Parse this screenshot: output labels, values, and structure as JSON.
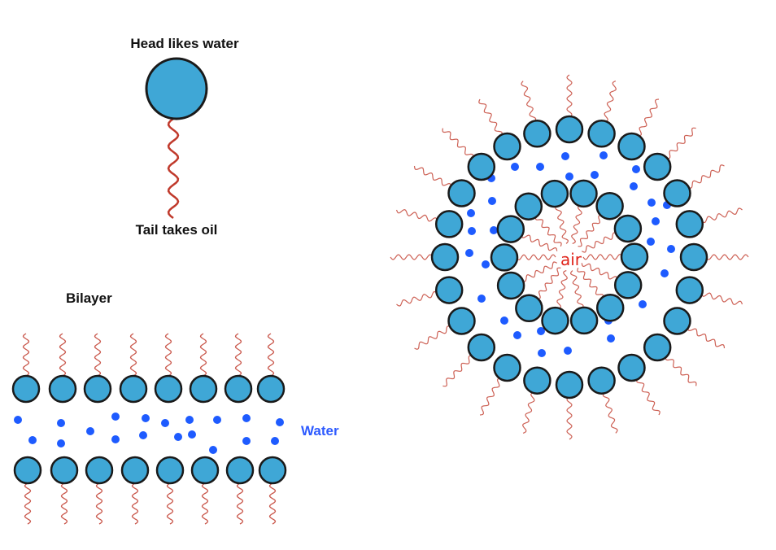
{
  "labels": {
    "head": "Head likes water",
    "tail": "Tail takes oil",
    "bilayer": "Bilayer",
    "water": "Water",
    "air": "air"
  },
  "colors": {
    "head_fill": "#3FA7D6",
    "head_stroke": "#1a1a1a",
    "tail": "#C0392B",
    "water_dot": "#1E5BFF",
    "water_label": "#2E5BFF",
    "air_label": "#E0241B",
    "background": "#FFFFFF"
  }
}
